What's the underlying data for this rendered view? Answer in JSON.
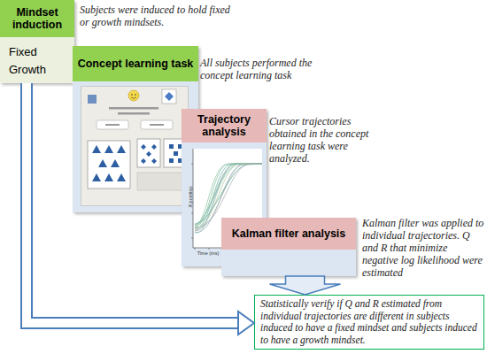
{
  "diagram": {
    "nodes": [
      {
        "text": [
          "Mindset induction",
          "Fixed",
          "Growth"
        ]
      },
      {
        "text": [
          "Concept learning task"
        ]
      },
      {
        "text": [
          "Trajectory analysis"
        ]
      },
      {
        "text": [
          "Kalman filter analysis"
        ]
      },
      {
        "text": [
          "Statistically verify if Q and R estimated from individual trajectories are different in subjects induced to have a fixed mindset and subjects induced to have a growth mindset."
        ]
      }
    ],
    "edges": [
      {
        "from": 0,
        "to": 4,
        "arrow": "to"
      },
      {
        "from": 3,
        "to": 4,
        "arrow": "to"
      }
    ],
    "labels": [
      "Subjects were induced to hold fixed or growth mindsets.",
      "All subjects performed the concept learning task",
      "Cursor trajectories obtained in the concept learning task were analyzed.",
      "X position",
      "Time (ms)",
      "Kalman filter was applied to individual trajectories. Q and R that minimize negative log likelihood were estimated"
    ]
  }
}
